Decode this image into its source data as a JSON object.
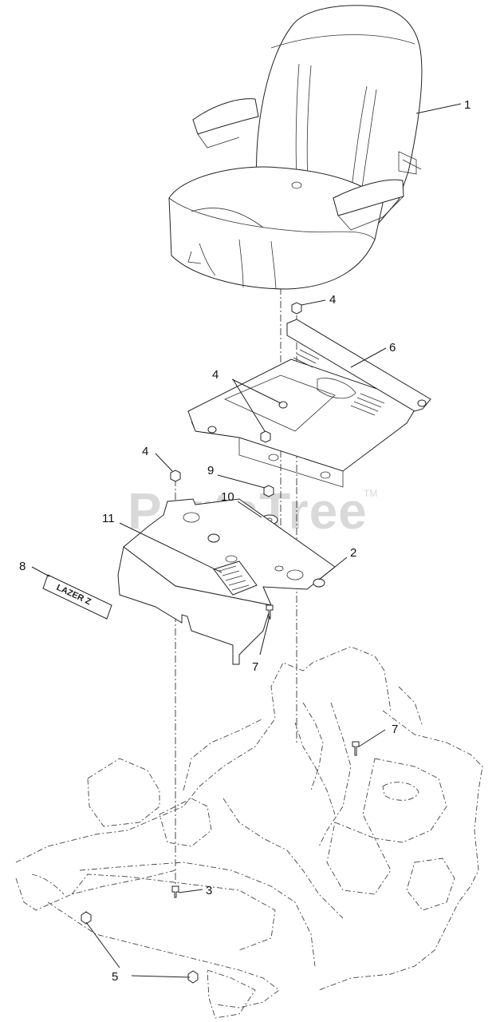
{
  "watermark": {
    "text": "PartsTree",
    "tm": "TM"
  },
  "emblem": {
    "text": "LAZER Z"
  },
  "callouts": [
    {
      "id": "c1",
      "label": "1"
    },
    {
      "id": "c4a",
      "label": "4"
    },
    {
      "id": "c6",
      "label": "6"
    },
    {
      "id": "c4b",
      "label": "4"
    },
    {
      "id": "c4c",
      "label": "4"
    },
    {
      "id": "c9",
      "label": "9"
    },
    {
      "id": "c10",
      "label": "10"
    },
    {
      "id": "c11",
      "label": "11"
    },
    {
      "id": "c2",
      "label": "2"
    },
    {
      "id": "c8",
      "label": "8"
    },
    {
      "id": "c7a",
      "label": "7"
    },
    {
      "id": "c7b",
      "label": "7"
    },
    {
      "id": "c3",
      "label": "3"
    },
    {
      "id": "c5",
      "label": "5"
    }
  ]
}
